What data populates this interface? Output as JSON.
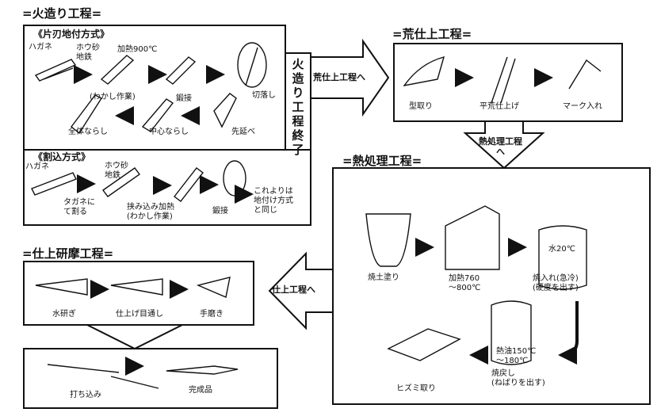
{
  "sections": {
    "hizukuri": {
      "title": "=火造り工程=",
      "method1": {
        "title": "《片刃地付方式》",
        "labels": {
          "hagane": "ハガネ",
          "houshatetsu": "ホウ砂\n地鉄",
          "kanetsu": "加熱900℃",
          "wakashi": "(わかし作業)",
          "tanzetsu": "鍛接",
          "kirioshi": "切落し",
          "zentai": "全体ならし",
          "chushin": "中心ならし",
          "sakinobe": "先延べ"
        }
      },
      "method2": {
        "title": "《割込方式》",
        "labels": {
          "hagane": "ハガネ",
          "houshatetsu": "ホウ砂\n地鉄",
          "tagane": "タガネに\nて割る",
          "hasamikomi": "挟み込み加熱\n(わかし作業)",
          "tanzetsu": "鍛接",
          "koreyori": "これよりは\n地付け方式\nと同じ"
        }
      },
      "end_label": "火造り工程終了"
    },
    "arashiage": {
      "title": "=荒仕上工程=",
      "arrow_label": "荒仕上工程へ",
      "labels": {
        "katatori": "型取り",
        "hirakiage": "平荒仕上げ",
        "markire": "マーク入れ"
      }
    },
    "netsushori": {
      "title": "=熱処理工程=",
      "arrow_label": "熱処理工程\nへ",
      "labels": {
        "yakidonuri": "焼土塗り",
        "kanetsu": "加熱760\n～800℃",
        "mizu": "水20℃",
        "yakiire": "焼入れ(急冷)\n(硬度を出す)",
        "netsuyu": "熱油150℃\n～180℃",
        "yakimodoshi": "焼戻し\n(ねばりを出す)",
        "hizumitori": "ヒズミ取り"
      }
    },
    "shiagekenma": {
      "title": "=仕上研摩工程=",
      "arrow_label": "仕上工程へ",
      "labels": {
        "mizutogi": "水研ぎ",
        "shiage": "仕上げ目通し",
        "temigaki": "手磨き",
        "uchikomi": "打ち込み",
        "kanseihin": "完成品"
      }
    }
  }
}
